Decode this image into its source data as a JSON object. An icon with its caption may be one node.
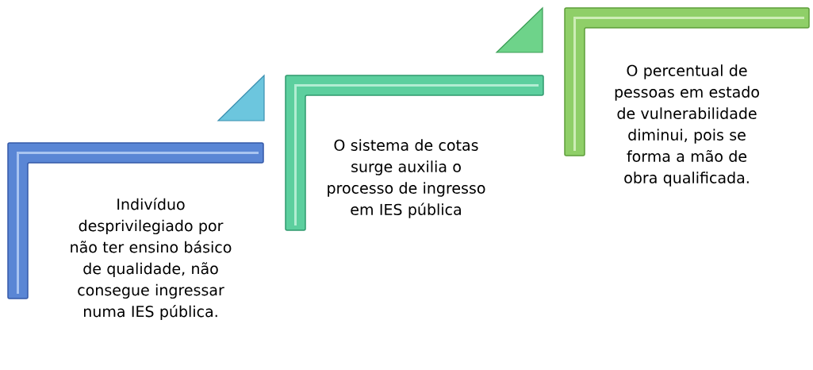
{
  "diagram": {
    "nodes": [
      {
        "text": [
          "Indivíduo desprivilegiado por não ter ensino básico de qualidade, não consegue ingressar numa IES pública."
        ]
      },
      {
        "text": [
          "O sistema de cotas surge auxilia o processo de ingresso em IES pública"
        ]
      },
      {
        "text": [
          "O percentual de pessoas em estado de vulnerabilidade diminui, pois se forma a mão de obra qualificada."
        ]
      }
    ]
  }
}
